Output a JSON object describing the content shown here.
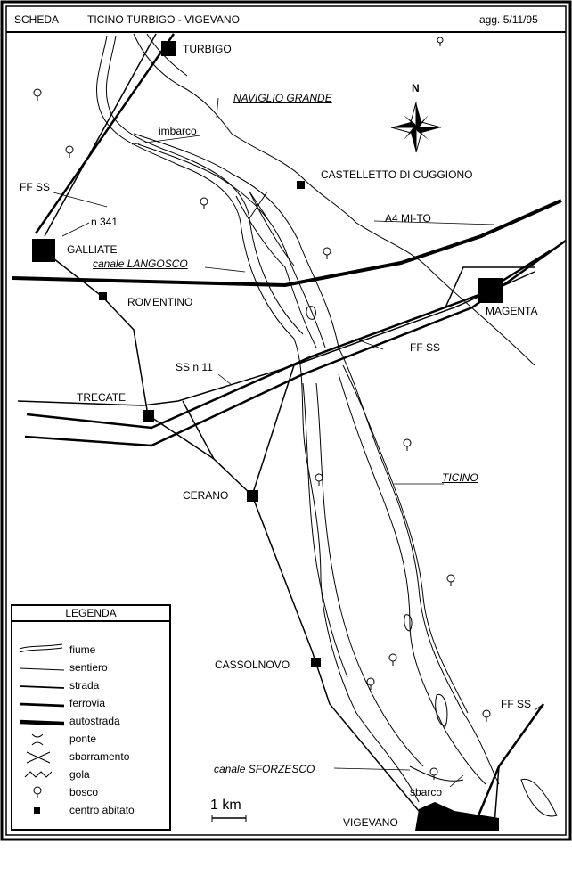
{
  "header": {
    "left": "SCHEDA",
    "title": "TICINO  TURBIGO - VIGEVANO",
    "date": "agg.  5/11/95"
  },
  "labels": {
    "turbigo": "TURBIGO",
    "naviglio": "NAVIGLIO GRANDE",
    "north": "N",
    "imbarco": "imbarco",
    "castelletto": "CASTELLETTO DI CUGGIONO",
    "ffss1": "FF SS",
    "n341": "n 341",
    "a4": "A4  MI-TO",
    "galliate": "GALLIATE",
    "langosco": "canale LANGOSCO",
    "romentino": "ROMENTINO",
    "magenta": "MAGENTA",
    "ffss2": "FF SS",
    "ssn11": "SS n 11",
    "trecate": "TRECATE",
    "ticino": "TICINO",
    "cerano": "CERANO",
    "cassolnovo": "CASSOLNOVO",
    "ffss3": "FF SS",
    "sforzesco": "canale SFORZESCO",
    "sbarco": "sbarco",
    "vigevano": "VIGEVANO",
    "scale": "1 km"
  },
  "legend": {
    "title": "LEGENDA",
    "items": [
      {
        "label": "fiume",
        "icon": "river-icon"
      },
      {
        "label": "sentiero",
        "icon": "path-icon"
      },
      {
        "label": "strada",
        "icon": "road-icon"
      },
      {
        "label": "ferrovia",
        "icon": "railway-icon"
      },
      {
        "label": "autostrada",
        "icon": "motorway-icon"
      },
      {
        "label": "ponte",
        "icon": "bridge-icon"
      },
      {
        "label": "sbarramento",
        "icon": "dam-icon"
      },
      {
        "label": "gola",
        "icon": "gorge-icon"
      },
      {
        "label": "bosco",
        "icon": "tree-icon"
      },
      {
        "label": "centro abitato",
        "icon": "town-icon"
      }
    ]
  },
  "colors": {
    "ink": "#000000",
    "paper": "#ffffff"
  }
}
